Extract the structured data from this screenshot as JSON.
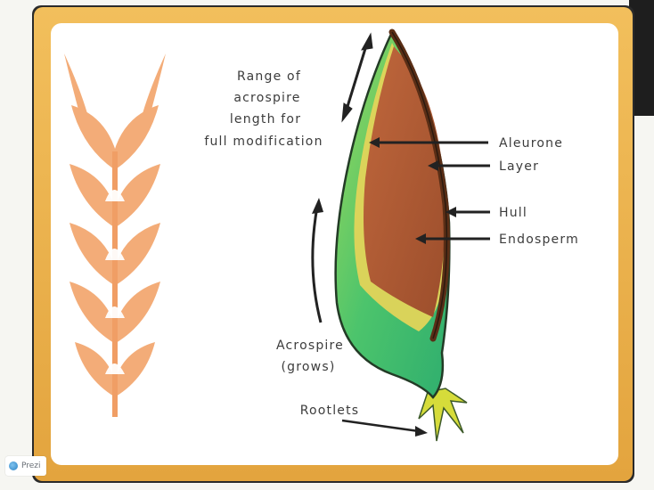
{
  "labels": {
    "range_line1": "Range of",
    "range_line2": "acrospire",
    "range_line3": "length for",
    "range_line4": "full modification",
    "aleurone": "Aleurone",
    "layer": "Layer",
    "hull": "Hull",
    "endosperm": "Endosperm",
    "acrospire_line1": "Acrospire",
    "acrospire_line2": "(grows)",
    "rootlets": "Rootlets"
  },
  "badge": {
    "text": "Prezi",
    "icon": "prezi-logo-icon"
  },
  "colors": {
    "frame": "#e9b04a",
    "frame_dark": "#262626",
    "panel": "#ffffff",
    "wheat": "#f2a46a",
    "endosperm": "#b05a36",
    "hull": "#6b3a1f",
    "aleurone_yellow": "#e2d45a",
    "acrospire_green": "#3fbf6a",
    "label_text": "#3c3c3c"
  }
}
